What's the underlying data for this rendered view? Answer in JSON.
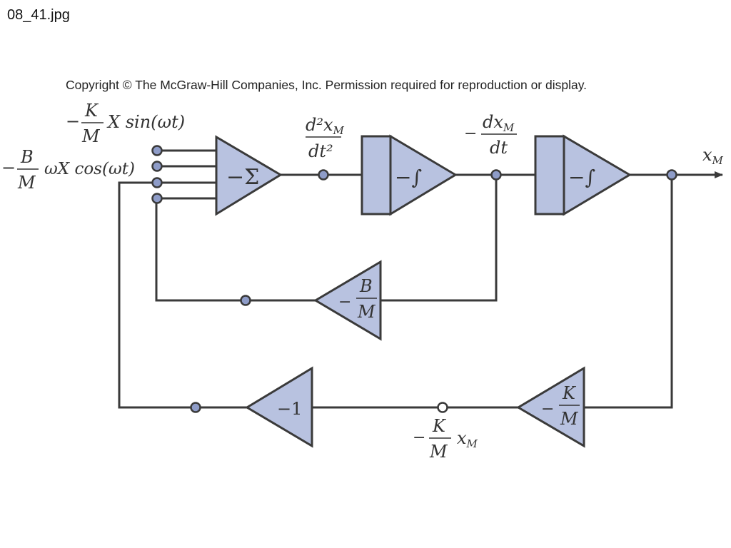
{
  "header": {
    "filename": "08_41.jpg",
    "copyright": "Copyright © The McGraw-Hill Companies, Inc. Permission required for reproduction or display."
  },
  "inputs": {
    "forcing_sin": {
      "sign": "−",
      "num": "K",
      "den": "M",
      "rest": "X sin(ωt)"
    },
    "forcing_cos": {
      "sign": "−",
      "num": "B",
      "den": "M",
      "rest": "ωX cos(ωt)"
    }
  },
  "signals": {
    "acceleration": {
      "num": "d²x",
      "num_sub": "M",
      "den": "dt²"
    },
    "neg_velocity": {
      "sign": "−",
      "num": "dx",
      "num_sub": "M",
      "den": "dt"
    },
    "output": {
      "base": "x",
      "sub": "M"
    },
    "neg_k_xm": {
      "sign": "−",
      "num": "K",
      "den": "M",
      "var": "x",
      "var_sub": "M"
    }
  },
  "blocks": {
    "summer": {
      "label": "−Σ"
    },
    "integrator1": {
      "label": "−∫"
    },
    "integrator2": {
      "label": "−∫"
    },
    "gain_b": {
      "sign": "−",
      "num": "B",
      "den": "M"
    },
    "gain_k": {
      "sign": "−",
      "num": "K",
      "den": "M"
    },
    "inverter": {
      "label": "−1"
    }
  },
  "colors": {
    "block_fill": "#b8c2e0",
    "node_fill": "#8e9cc8",
    "line": "#3a3a3a"
  }
}
